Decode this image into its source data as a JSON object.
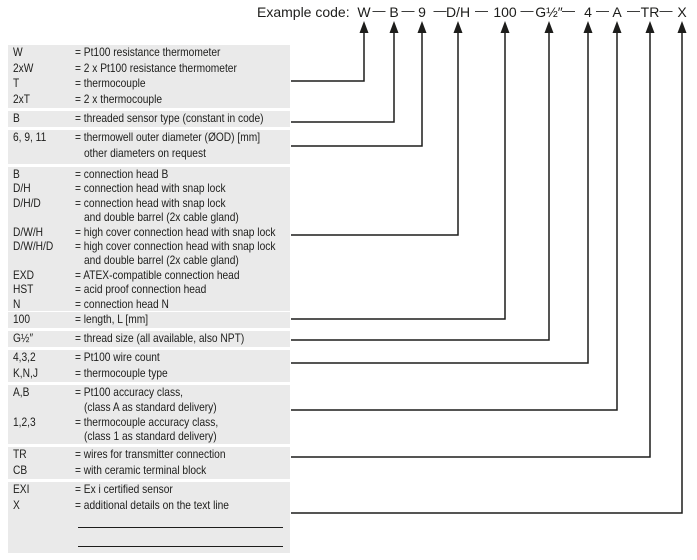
{
  "header": {
    "label": "Example code:",
    "separator": "—",
    "segments": [
      "W",
      "B",
      "9",
      "D/H",
      "100",
      "G½″",
      "4",
      "A",
      "TR",
      "X"
    ]
  },
  "groups": [
    {
      "name": "sensor-type",
      "rows": [
        {
          "code": "W",
          "desc": "= Pt100 resistance thermometer"
        },
        {
          "code": "2xW",
          "desc": "= 2 x Pt100 resistance thermometer"
        },
        {
          "code": "T",
          "desc": "= thermocouple"
        },
        {
          "code": "2xT",
          "desc": "= 2 x thermocouple"
        }
      ]
    },
    {
      "name": "sensor-construction",
      "rows": [
        {
          "code": "B",
          "desc": "= threaded sensor type (constant in code)"
        }
      ]
    },
    {
      "name": "thermowell-diameter",
      "rows": [
        {
          "code": "6, 9, 11",
          "desc": "= thermowell outer diameter (ØOD) [mm]"
        },
        {
          "cont": true,
          "desc": "other diameters on request"
        }
      ]
    },
    {
      "name": "connection-head",
      "rows": [
        {
          "code": "B",
          "desc": "= connection head B"
        },
        {
          "code": "D/H",
          "desc": "= connection head with snap lock"
        },
        {
          "code": "D/H/D",
          "desc": "= connection head with snap lock"
        },
        {
          "cont": true,
          "desc": "and double barrel (2x cable gland)"
        },
        {
          "code": "D/W/H",
          "desc": "= high cover connection head with snap lock"
        },
        {
          "code": "D/W/H/D",
          "desc": "= high cover connection head with snap lock"
        },
        {
          "cont": true,
          "desc": "and double barrel (2x cable gland)"
        },
        {
          "code": "EXD",
          "desc": "= ATEX-compatible connection head"
        },
        {
          "code": "HST",
          "desc": "= acid proof connection head"
        },
        {
          "code": "N",
          "desc": "= connection head N"
        }
      ]
    },
    {
      "name": "length",
      "rows": [
        {
          "code": "100",
          "desc": "= length, L [mm]"
        }
      ]
    },
    {
      "name": "thread-size",
      "rows": [
        {
          "code": "G½″",
          "desc": "= thread size (all available, also NPT)"
        }
      ]
    },
    {
      "name": "wire-count-and-type",
      "rows": [
        {
          "code": "4,3,2",
          "desc": "= Pt100 wire count"
        },
        {
          "code": "K,N,J",
          "desc": "= thermocouple type"
        }
      ]
    },
    {
      "name": "accuracy-class",
      "rows": [
        {
          "code": "A,B",
          "desc": "= Pt100 accuracy class,"
        },
        {
          "cont": true,
          "desc": "(class A as standard delivery)"
        },
        {
          "code": "1,2,3",
          "desc": "= thermocouple accuracy class,"
        },
        {
          "cont": true,
          "desc": "(class 1 as standard delivery)"
        }
      ]
    },
    {
      "name": "transmitter-options",
      "rows": [
        {
          "code": "TR",
          "desc": "= wires for transmitter connection"
        },
        {
          "code": "CB",
          "desc": "= with ceramic terminal block"
        }
      ]
    },
    {
      "name": "extras",
      "rows": [
        {
          "code": "EXI",
          "desc": "= Ex i certified sensor"
        },
        {
          "code": "X",
          "desc": "= additional details on the text line"
        },
        {
          "rule": true
        },
        {
          "rule": true
        }
      ]
    }
  ],
  "colors": {
    "row_background": "#eaeaea",
    "text": "#1d1d1b",
    "line": "#1d1d1b"
  }
}
